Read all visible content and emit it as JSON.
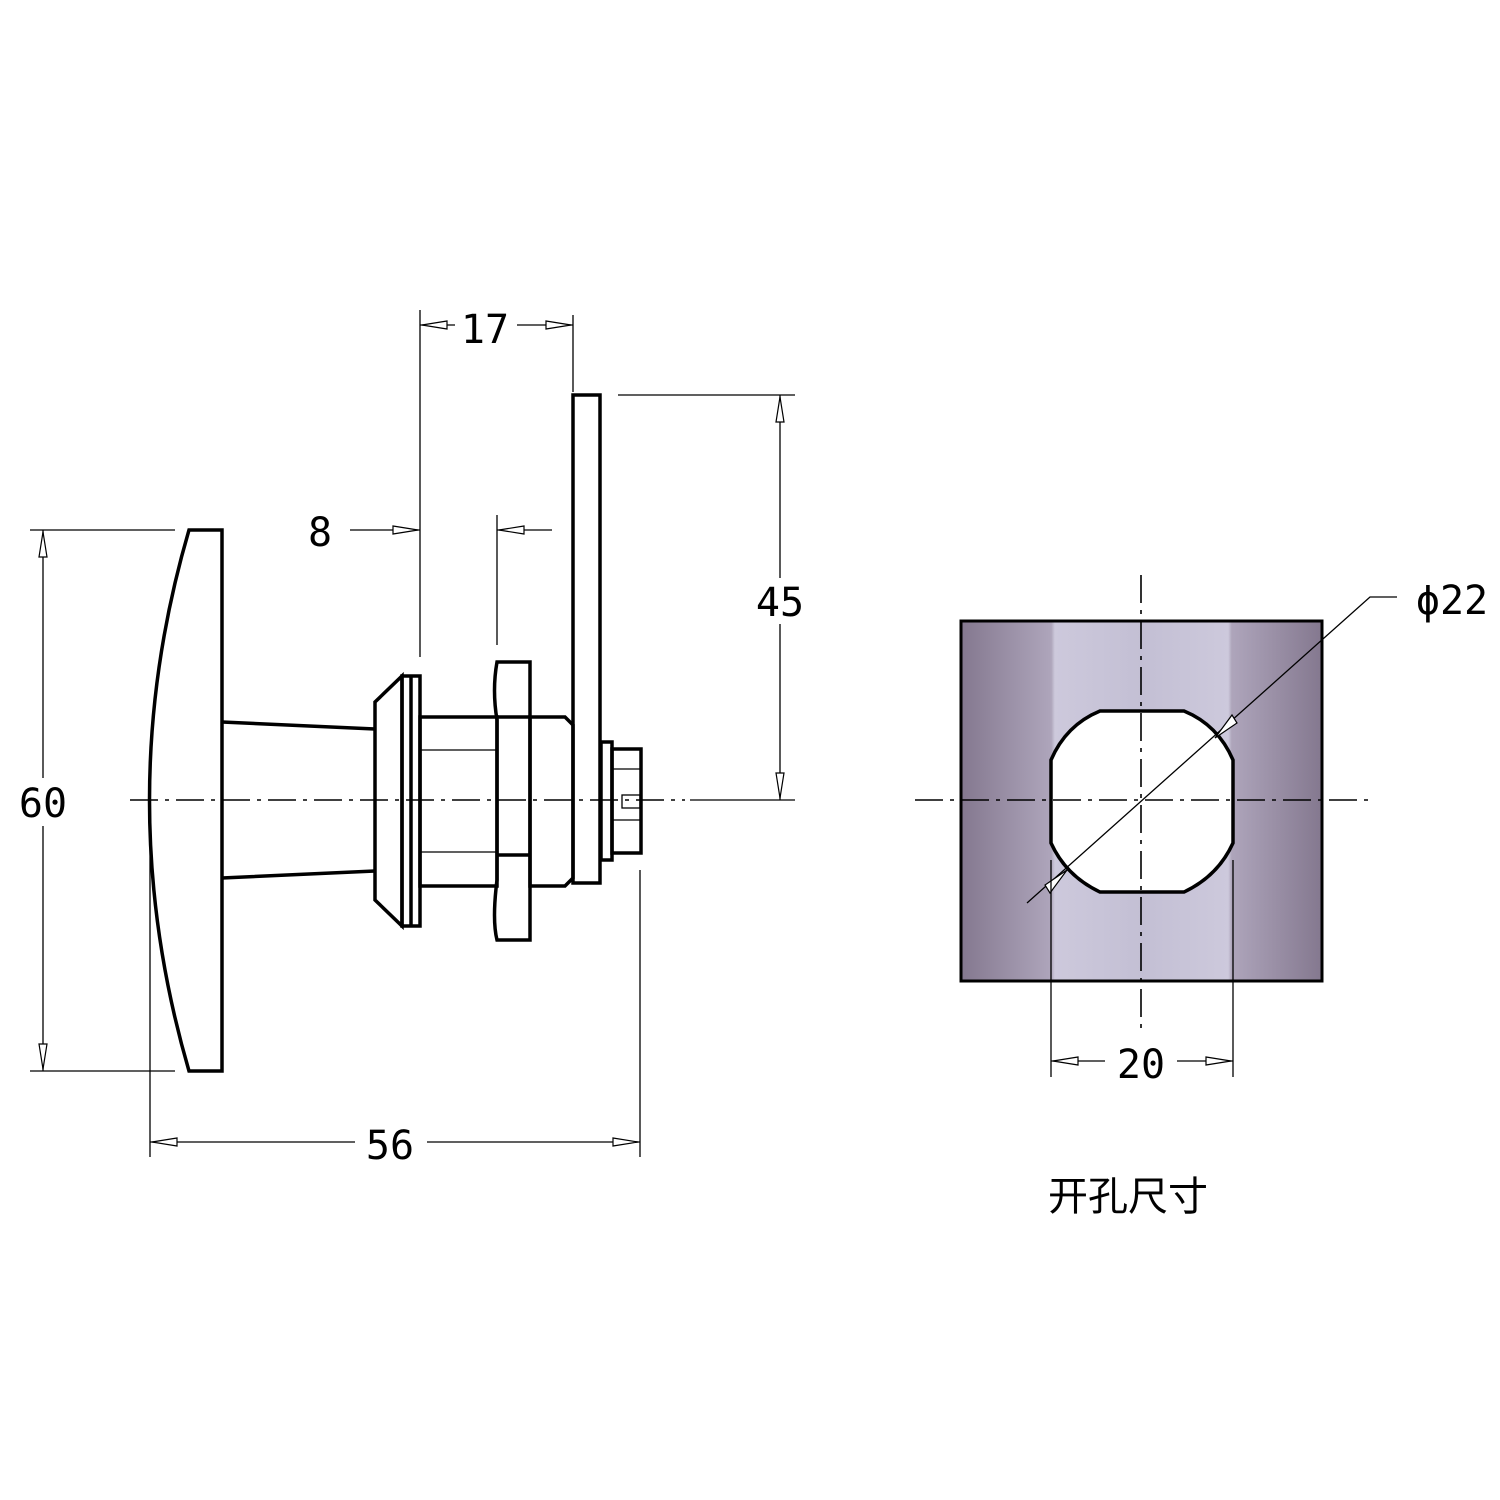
{
  "drawing": {
    "side_view": {
      "dimensions": {
        "height_handle": "60",
        "overall_length": "56",
        "cam_offset": "17",
        "thread_length": "8",
        "cam_length": "45"
      }
    },
    "cutout_view": {
      "dimensions": {
        "diameter": "ϕ22",
        "flat_width": "20"
      },
      "caption": "开孔尺寸",
      "panel_color_dark": "#84788f",
      "panel_color_light": "#cdc9dc"
    }
  }
}
